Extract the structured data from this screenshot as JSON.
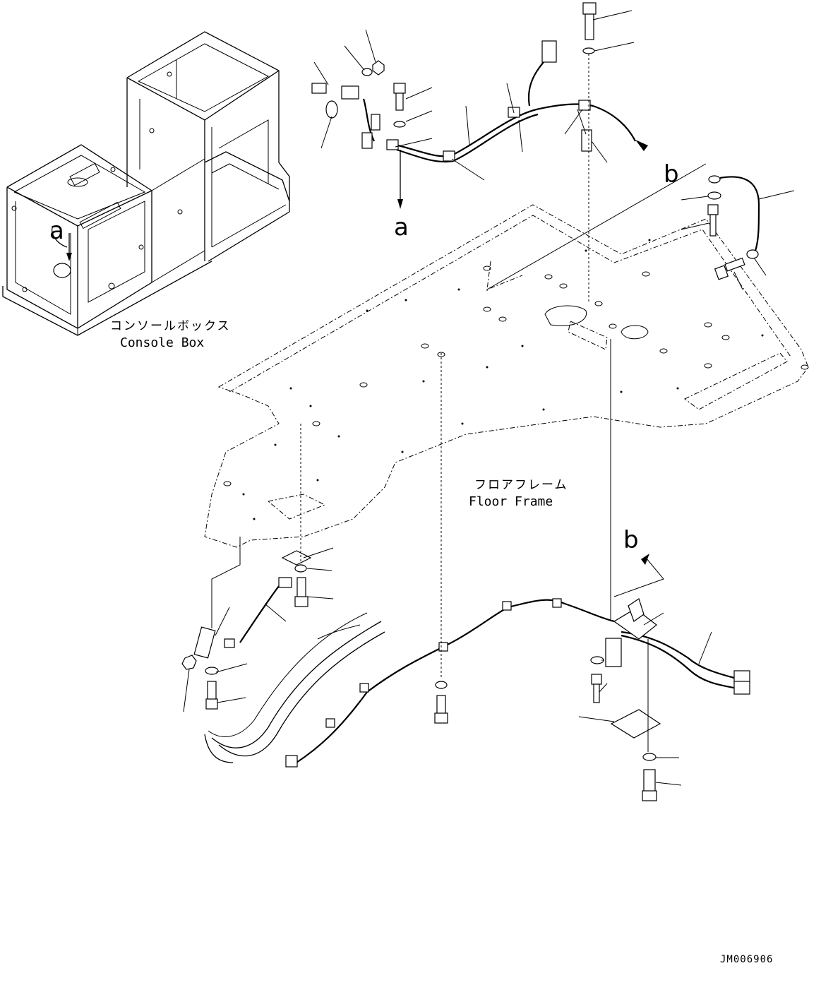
{
  "labels": {
    "console_box_jp": "コンソールボックス",
    "console_box_en": "Console Box",
    "floor_frame_jp": "フロアフレーム",
    "floor_frame_en": "Floor Frame",
    "ref_a": "a",
    "ref_b": "b",
    "drawing_number": "JM006906"
  }
}
